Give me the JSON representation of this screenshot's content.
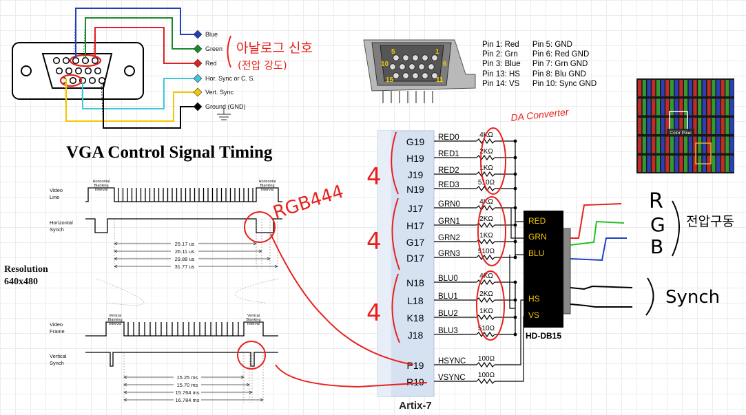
{
  "colors": {
    "blue": "#1f3fbf",
    "green": "#1a8a2a",
    "red": "#e02020",
    "cyan": "#3cc8d8",
    "yellow": "#f2c800",
    "black": "#000000",
    "handwriting": "#e8201c",
    "fpga_body": "#d6e2f2"
  },
  "connector": {
    "signals": [
      {
        "label": "Blue",
        "color": "#1f3fbf",
        "icon": "diamond-icon"
      },
      {
        "label": "Green",
        "color": "#1a8a2a",
        "icon": "diamond-icon"
      },
      {
        "label": "Red",
        "color": "#e02020",
        "icon": "diamond-icon"
      },
      {
        "label": "Hor. Sync or C. S.",
        "color": "#3cc8d8",
        "icon": "diamond-icon"
      },
      {
        "label": "Vert. Sync",
        "color": "#f2c800",
        "icon": "diamond-icon"
      },
      {
        "label": "Ground (GND)",
        "color": "#000000",
        "icon": "diamond-icon"
      }
    ]
  },
  "annotations": {
    "analog_signal": "아날로그 신호",
    "voltage_strength": "(전압 강도)",
    "da_converter": "DA Converter",
    "rgb444": "RGB444",
    "bit_group": "4",
    "r": "R",
    "g": "G",
    "b": "B",
    "voltage_level": "전압구동",
    "synch": "Synch"
  },
  "pinout": {
    "connector_pin_numbers": [
      "5",
      "1",
      "10",
      "6",
      "15",
      "11"
    ],
    "col1": [
      "Pin 1: Red",
      "Pin 2: Grn",
      "Pin 3: Blue",
      "Pin 13: HS",
      "Pin 14: VS"
    ],
    "col2": [
      "Pin 5: GND",
      "Pin 6: Red GND",
      "Pin 7: Grn GND",
      "Pin 8: Blu GND",
      "Pin 10: Sync GND"
    ]
  },
  "pixel_image": {
    "label": "Color Pixel",
    "stripe_colors": [
      "#e03028",
      "#38b038",
      "#3048d0"
    ]
  },
  "timing": {
    "title": "VGA Control Signal Timing",
    "resolution_label": "Resolution",
    "resolution_value": "640x480",
    "horizontal": {
      "video_line_label": [
        "Video",
        "Line"
      ],
      "sync_label": [
        "Horizontal",
        "Synch"
      ],
      "blanking_label": [
        "Horizontal",
        "Blanking",
        "Interval"
      ],
      "durations": [
        "25.17 us",
        "26.11 us",
        "29.88 us",
        "31.77 us"
      ]
    },
    "vertical": {
      "video_frame_label": [
        "Video",
        "Frame"
      ],
      "sync_label": [
        "Vertical",
        "Synch"
      ],
      "blanking_label": [
        "Vertical",
        "Blanking",
        "Interval"
      ],
      "durations": [
        "15.25 ms",
        "15.70 ms",
        "15.764 ms",
        "16.784 ms"
      ]
    }
  },
  "fpga": {
    "name": "Artix-7",
    "pins": [
      {
        "pin": "G19",
        "signal": "RED0",
        "res": "4KΩ"
      },
      {
        "pin": "H19",
        "signal": "RED1",
        "res": "2KΩ"
      },
      {
        "pin": "J19",
        "signal": "RED2",
        "res": "1KΩ"
      },
      {
        "pin": "N19",
        "signal": "RED3",
        "res": "510Ω"
      },
      {
        "pin": "J17",
        "signal": "GRN0",
        "res": "4KΩ"
      },
      {
        "pin": "H17",
        "signal": "GRN1",
        "res": "2KΩ"
      },
      {
        "pin": "G17",
        "signal": "GRN2",
        "res": "1KΩ"
      },
      {
        "pin": "D17",
        "signal": "GRN3",
        "res": "510Ω"
      },
      {
        "pin": "N18",
        "signal": "BLU0",
        "res": "4KΩ"
      },
      {
        "pin": "L18",
        "signal": "BLU1",
        "res": "2KΩ"
      },
      {
        "pin": "K18",
        "signal": "BLU2",
        "res": "1KΩ"
      },
      {
        "pin": "J18",
        "signal": "BLU3",
        "res": "510Ω"
      },
      {
        "pin": "P19",
        "signal": "HSYNC",
        "res": "100Ω"
      },
      {
        "pin": "R19",
        "signal": "VSYNC",
        "res": "100Ω"
      }
    ]
  },
  "db15": {
    "name": "HD-DB15",
    "pins": [
      "RED",
      "GRN",
      "BLU",
      "HS",
      "VS"
    ]
  }
}
